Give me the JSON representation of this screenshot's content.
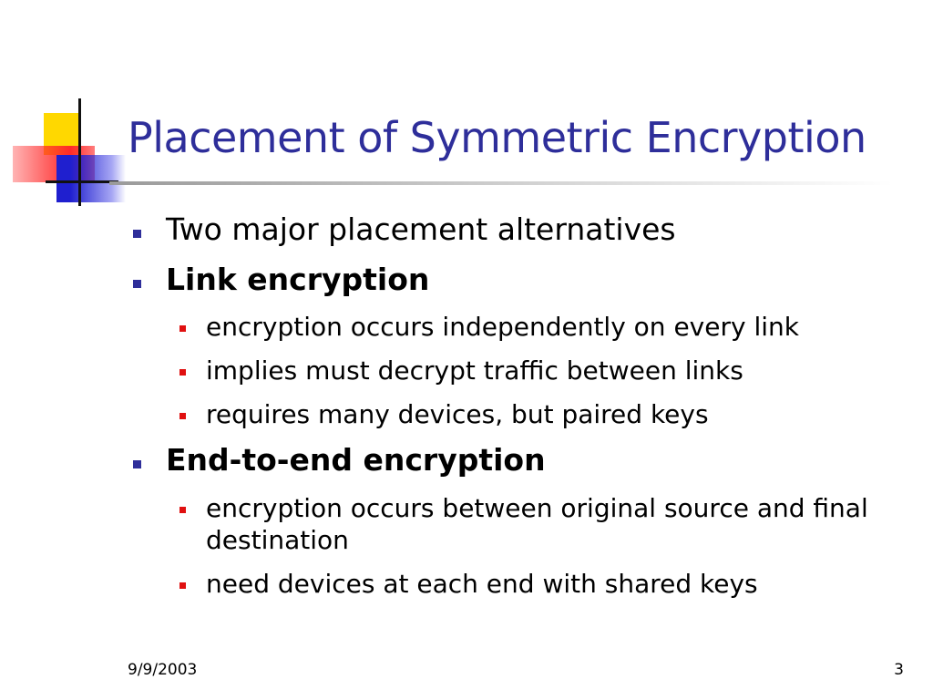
{
  "slide": {
    "title": "Placement of Symmetric Encryption",
    "bullets": [
      {
        "text": "Two major placement alternatives",
        "bold": false,
        "sub": []
      },
      {
        "text": "Link encryption",
        "bold": true,
        "sub": [
          "encryption occurs independently on every link",
          "implies must decrypt traffic between links",
          "requires many devices, but paired keys"
        ]
      },
      {
        "text": "End-to-end encryption",
        "bold": true,
        "sub": [
          "encryption occurs between original source and final destination",
          "need devices at each end with shared keys"
        ]
      }
    ],
    "footer": {
      "date": "9/9/2003",
      "page": "3"
    }
  },
  "colors": {
    "title": "#2e2e9a",
    "level1_bullet": "#2e2e9a",
    "level2_bullet": "#e01010"
  }
}
